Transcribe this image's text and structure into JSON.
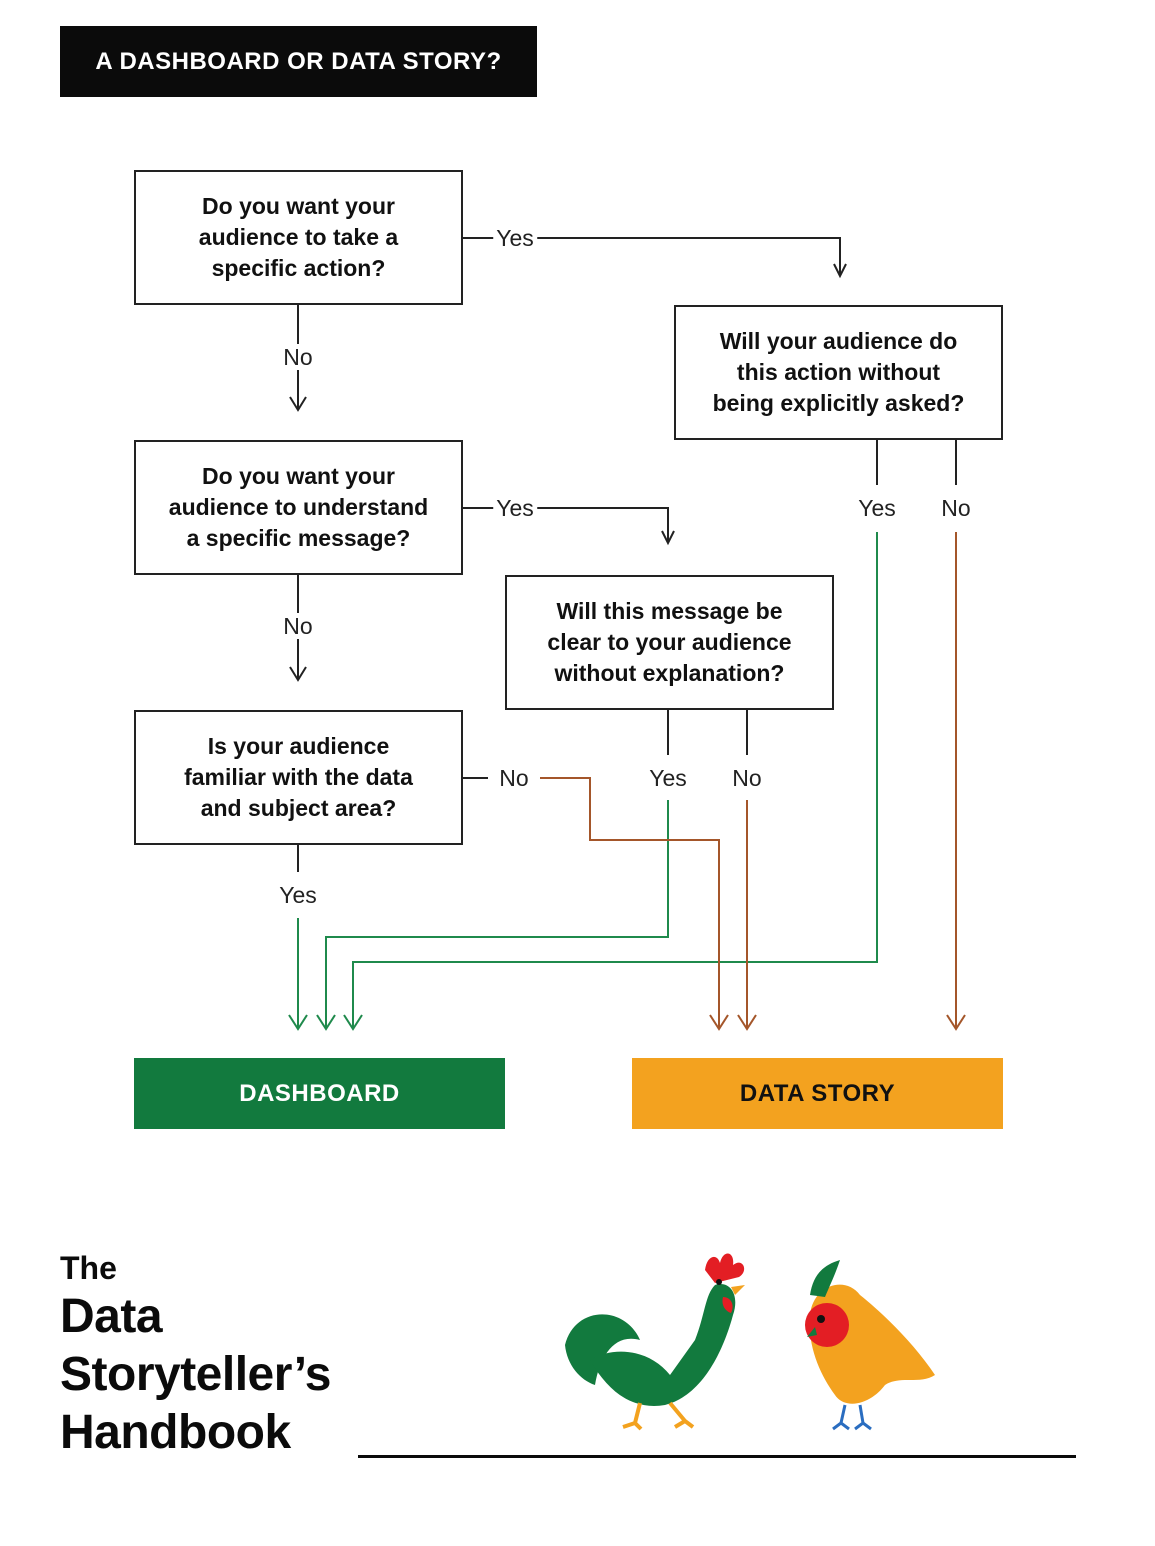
{
  "header": {
    "title": "A DASHBOARD OR DATA STORY?"
  },
  "questions": {
    "q1": [
      "Do you want your",
      "audience to take a",
      "specific action?"
    ],
    "q2": [
      "Do you want your",
      "audience to understand",
      "a specific message?"
    ],
    "q3": [
      "Is your audience",
      "familiar with the data",
      "and subject area?"
    ],
    "q4": [
      "Will your audience do",
      "this action without",
      "being explicitly asked?"
    ],
    "q5": [
      "Will this message be",
      "clear to your audience",
      "without explanation?"
    ]
  },
  "edges": {
    "q1_yes": "Yes",
    "q1_no": "No",
    "q2_yes": "Yes",
    "q2_no": "No",
    "q3_no": "No",
    "q3_yes": "Yes",
    "q4_yes": "Yes",
    "q4_no": "No",
    "q5_yes": "Yes",
    "q5_no": "No"
  },
  "outcomes": {
    "dashboard": "DASHBOARD",
    "data_story": "DATA STORY"
  },
  "brand": {
    "line1": "The",
    "line2": "Data",
    "line3": "Storyteller’s",
    "line4": "Handbook"
  },
  "colors": {
    "dashboard": "#127a3e",
    "data_story": "#f3a21f",
    "path_green": "#1f8a4c",
    "path_brown": "#a4562a",
    "banner": "#0b0b0b"
  }
}
